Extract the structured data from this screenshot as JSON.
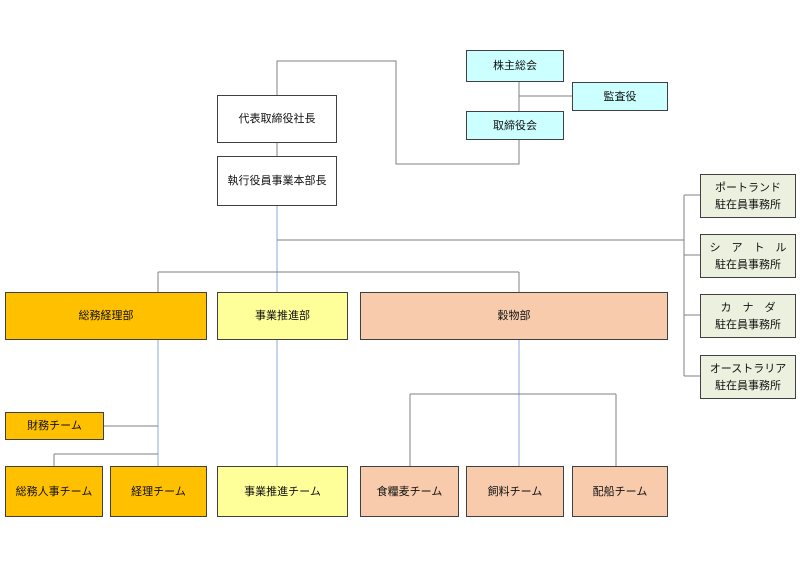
{
  "org": {
    "president": "代表取締役社長",
    "executive": "執行役員事業本部長",
    "shareholders": "株主総会",
    "auditor": "監査役",
    "board": "取締役会",
    "portland": {
      "line1": "ポートランド",
      "line2": "駐在員事務所"
    },
    "seattle": {
      "line1": "シ　ア　ト　ル",
      "line2": "駐在員事務所"
    },
    "canada": {
      "line1": "カ　ナ　ダ",
      "line2": "駐在員事務所"
    },
    "australia": {
      "line1": "オーストラリア",
      "line2": "駐在員事務所"
    },
    "general_affairs_accounting": "総務経理部",
    "business_promotion": "事業推進部",
    "grain": "穀物部",
    "finance_team": "財務チーム",
    "hr_team": "総務人事チーム",
    "accounting_team": "経理チーム",
    "business_promotion_team": "事業推進チーム",
    "food_wheat_team": "食糧麦チーム",
    "feed_team": "飼料チーム",
    "shipping_team": "配船チーム"
  },
  "colors": {
    "white": "#ffffff",
    "cyan": "#ccffff",
    "gold": "#ffc000",
    "yellow": "#ffff99",
    "peach": "#f8cbad",
    "green": "#ebf1de",
    "grey_line": "#808080",
    "blue_line": "#8eaadb"
  }
}
